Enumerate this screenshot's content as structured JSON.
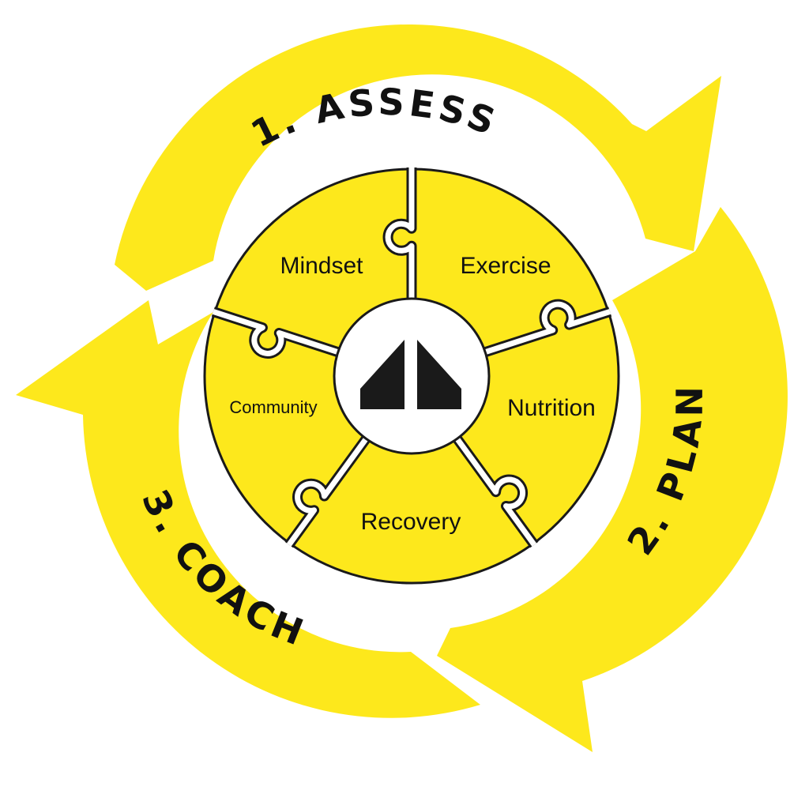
{
  "colors": {
    "yellow": "#FDE81C",
    "outline": "#1a1a1a",
    "logo": "#1a1a1a",
    "background": "#ffffff"
  },
  "cycle_steps": [
    {
      "id": "assess",
      "label": "1. ASSESS"
    },
    {
      "id": "plan",
      "label": "2. PLAN"
    },
    {
      "id": "coach",
      "label": "3. COACH"
    }
  ],
  "segments": [
    {
      "id": "mindset",
      "label": "Mindset"
    },
    {
      "id": "exercise",
      "label": "Exercise"
    },
    {
      "id": "nutrition",
      "label": "Nutrition"
    },
    {
      "id": "recovery",
      "label": "Recovery"
    },
    {
      "id": "community",
      "label": "Community"
    }
  ],
  "center_logo": {
    "icon": "twin-peaks-logo-icon"
  }
}
